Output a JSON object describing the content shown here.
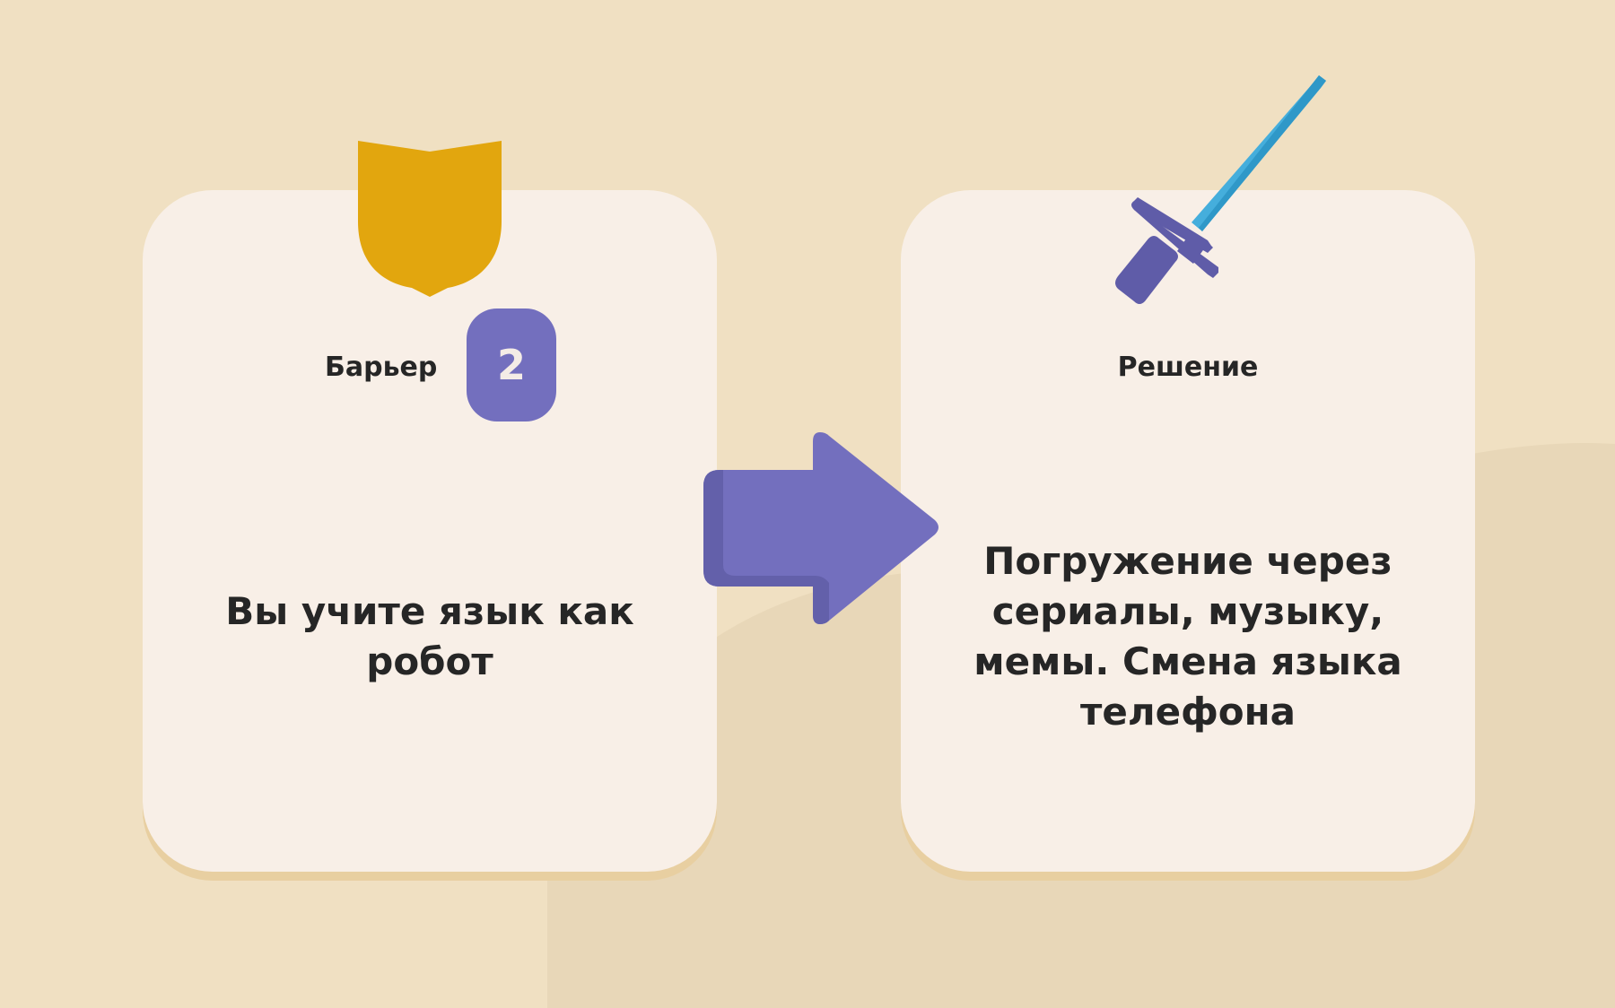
{
  "barrier": {
    "label": "Барьер",
    "number": "2",
    "text": "Вы учите язык как робот"
  },
  "solution": {
    "label": "Решение",
    "text": "Погружение через сериалы, музыку, мемы. Смена языка телефона"
  },
  "icons": {
    "barrier_icon": "shield-icon",
    "connector": "arrow-right-icon",
    "solution_icon": "sword-icon"
  },
  "colors": {
    "background": "#f0e0c2",
    "card": "#f8efe7",
    "accent_purple": "#736fbe",
    "shield": "#e2a60e",
    "blade": "#45aedc",
    "text": "#262626"
  }
}
